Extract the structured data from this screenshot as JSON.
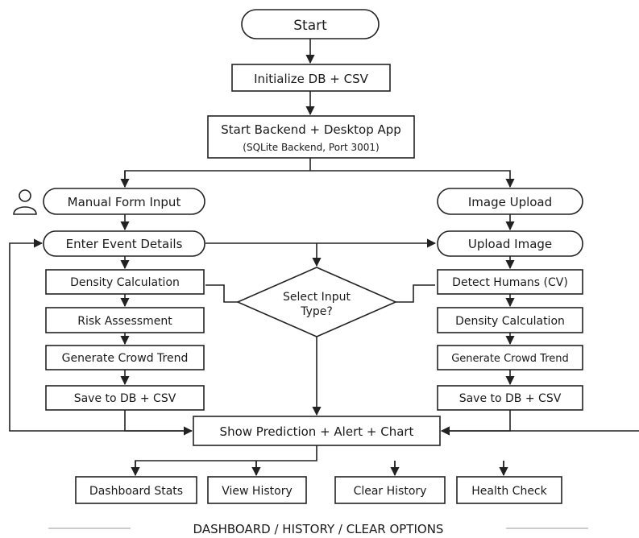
{
  "colors": {
    "stroke": "#222222",
    "background": "#ffffff",
    "text": "#1a1a1a"
  },
  "nodes": {
    "start": "Start",
    "init": "Initialize DB + CSV",
    "backend_title": "Start Backend + Desktop App",
    "backend_sub": "(SQLite Backend, Port 3001)",
    "manual_input": "Manual Form Input",
    "image_upload": "Image Upload",
    "enter_details": "Enter Event Details",
    "upload_image": "Upload Image",
    "density_left": "Density Calculation",
    "detect_humans": "Detect Humans (CV)",
    "decision_line1": "Select Input",
    "decision_line2": "Type?",
    "risk": "Risk Assessment",
    "density_right": "Density Calculation",
    "trend_left": "Generate Crowd Trend",
    "trend_right": "Generate Crowd Trend",
    "save_left": "Save to DB + CSV",
    "save_right": "Save to DB + CSV",
    "show_prediction": "Show Prediction + Alert + Chart",
    "dashboard_stats": "Dashboard Stats",
    "view_history": "View History",
    "clear_history": "Clear History",
    "health_check": "Health Check"
  },
  "footer": "DASHBOARD / HISTORY / CLEAR OPTIONS",
  "icons": {
    "user": "user-icon"
  }
}
